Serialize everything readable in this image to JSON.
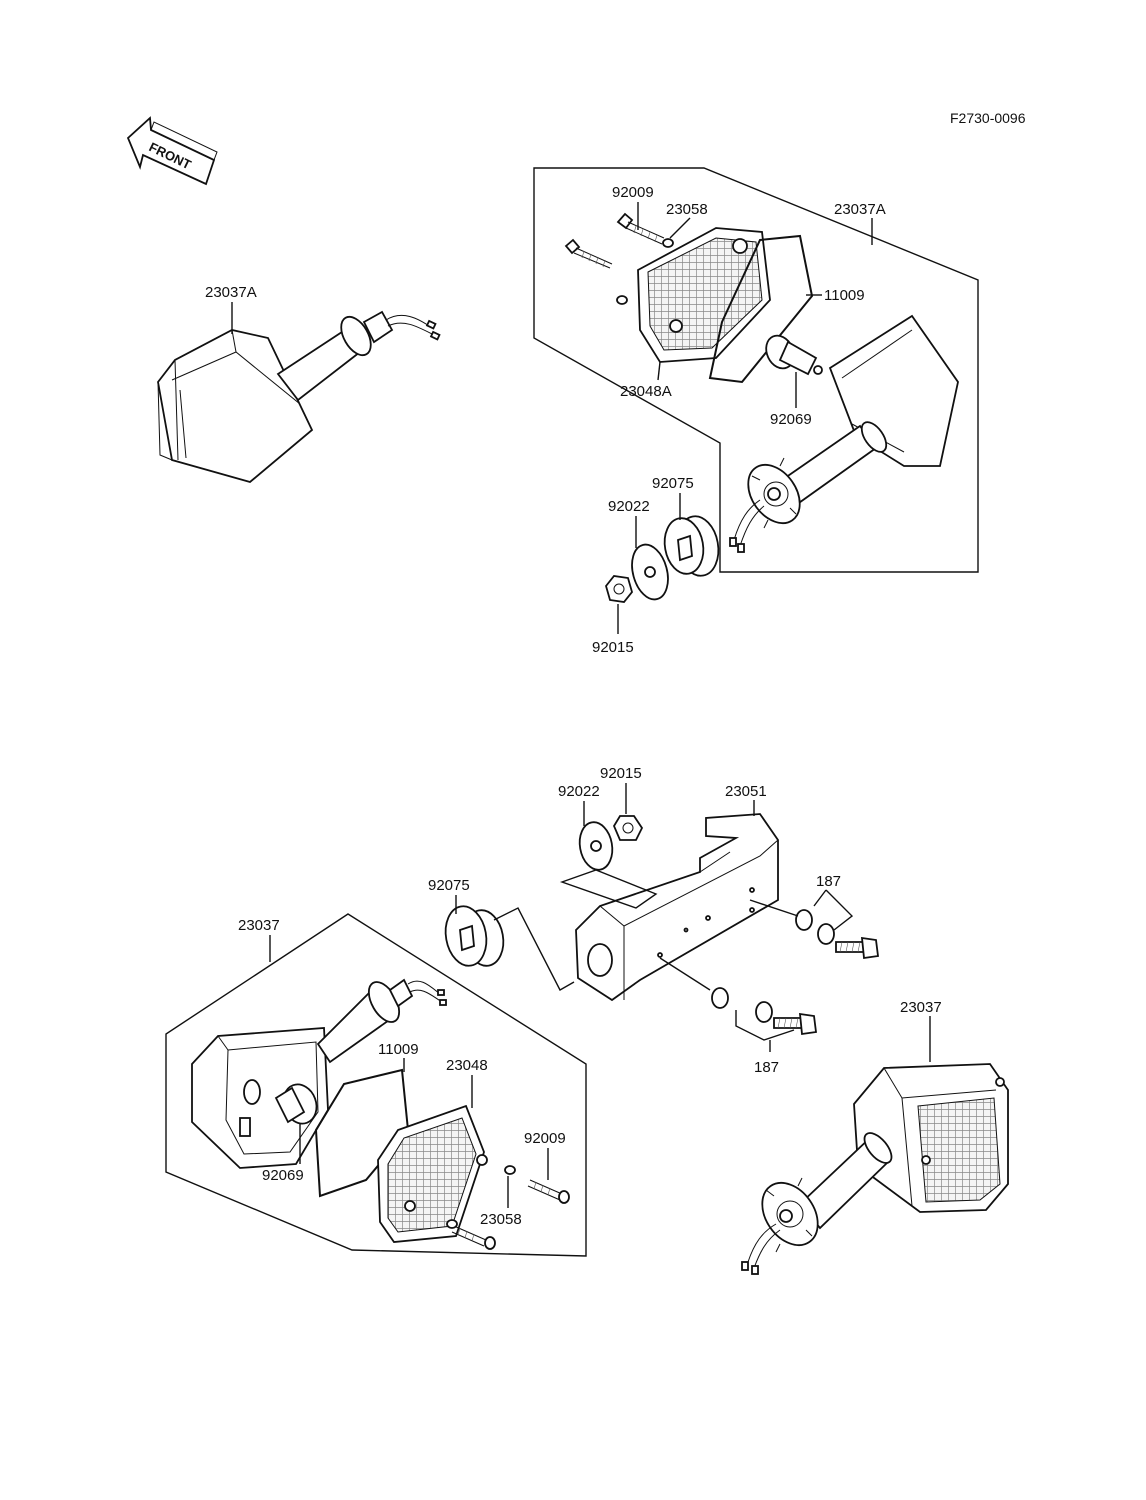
{
  "diagram": {
    "code": "F2730-0096",
    "front_label": "FRONT",
    "labels": {
      "a_23037A_left": "23037A",
      "a_92009": "92009",
      "a_23058": "23058",
      "a_23037A_right": "23037A",
      "a_11009": "11009",
      "a_23048A": "23048A",
      "a_92069": "92069",
      "a_92075": "92075",
      "a_92022": "92022",
      "a_92015": "92015",
      "b_92015": "92015",
      "b_92022": "92022",
      "b_23051": "23051",
      "b_92075": "92075",
      "b_187_top": "187",
      "b_187_bottom": "187",
      "b_23037_left": "23037",
      "b_11009": "11009",
      "b_23048": "23048",
      "b_92009": "92009",
      "b_92069": "92069",
      "b_23058": "23058",
      "b_23037_right": "23037"
    }
  }
}
